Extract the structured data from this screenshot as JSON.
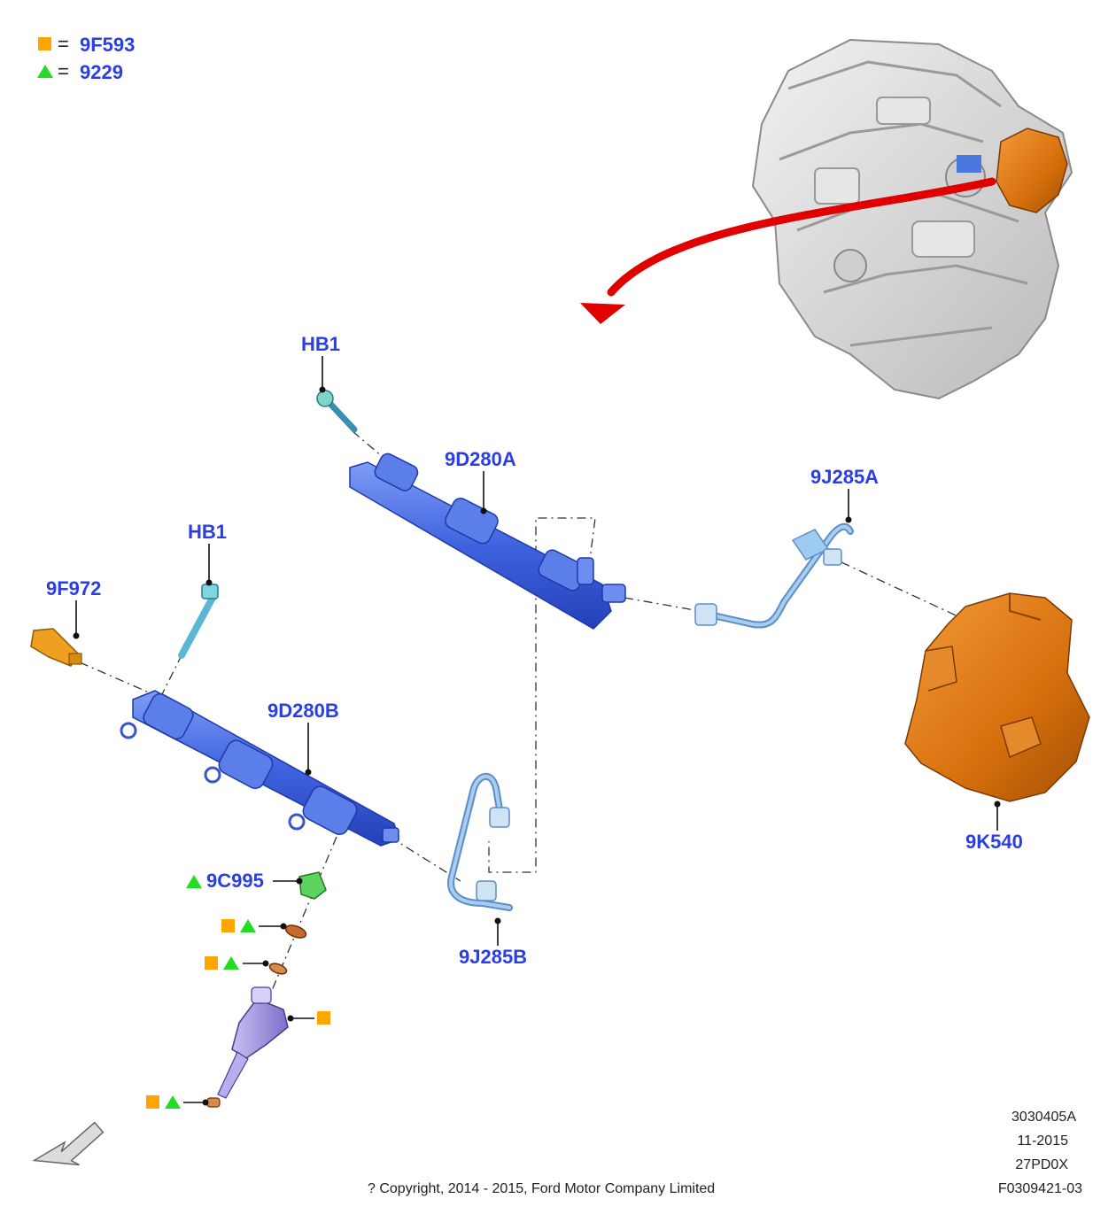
{
  "legend": {
    "square_code": "9F593",
    "triangle_code": "9229",
    "equals": "=",
    "square_color": "#ffa500",
    "triangle_color": "#22dd22"
  },
  "labels": {
    "hb1_top": "HB1",
    "hb1_left": "HB1",
    "rail_a": "9D280A",
    "rail_b": "9D280B",
    "pipe_a": "9J285A",
    "pipe_b": "9J285B",
    "sensor": "9F972",
    "cover": "9K540",
    "clip": "9C995"
  },
  "meta": {
    "ref1": "3030405A",
    "date": "11-2015",
    "code": "27PD0X",
    "figure": "F0309421-03",
    "copyright": "? Copyright, 2014 - 2015, Ford Motor Company Limited"
  },
  "colors": {
    "label_blue": "#2b3ee6",
    "rail_blue": "#4a6fe8",
    "pipe_blue": "#8fb8e6",
    "cover_orange": "#d9730f",
    "engine_gray": "#d8d8d8",
    "arrow_red": "#e00000",
    "injector_purple": "#a79be0"
  },
  "icons": [
    "square-marker-icon",
    "triangle-marker-icon",
    "red-curved-arrow-icon",
    "front-direction-arrow-icon"
  ]
}
